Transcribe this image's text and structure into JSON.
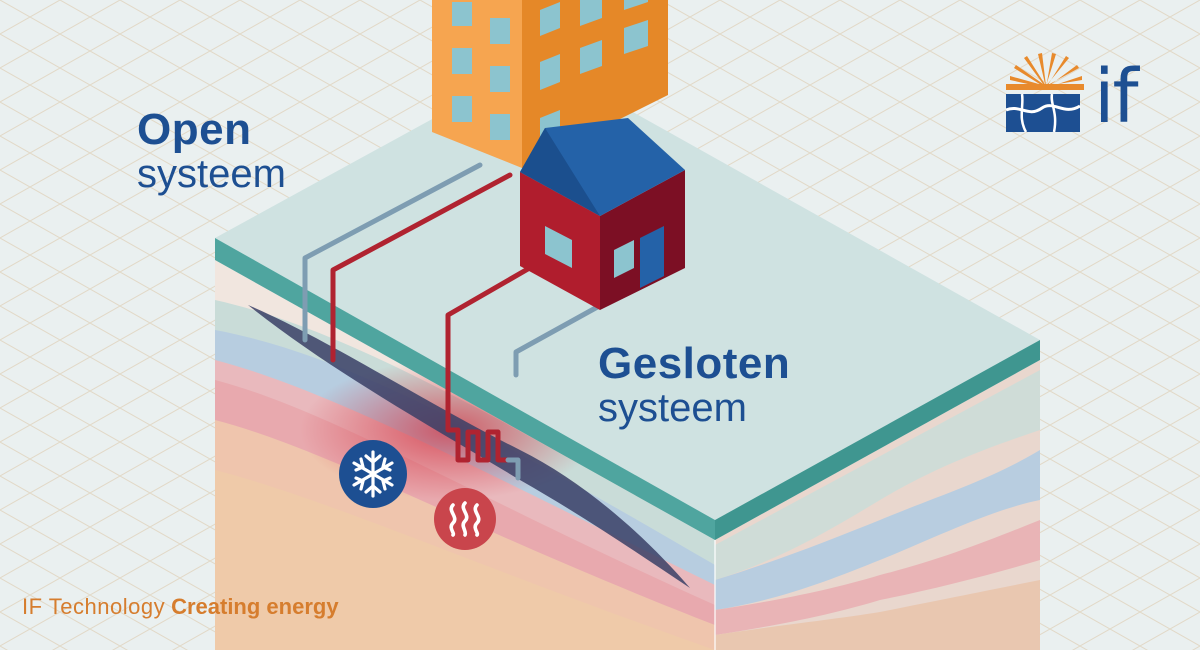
{
  "labels": {
    "open_title": "Open",
    "open_subtitle": "systeem",
    "closed_title": "Gesloten",
    "closed_subtitle": "systeem"
  },
  "footer": {
    "brand": "IF Technology",
    "tagline": "Creating energy"
  },
  "logo": {
    "text": "if",
    "icon": "sun-over-landscape-icon"
  },
  "icons": {
    "cold": "snowflake-icon",
    "heat": "heat-waves-icon"
  },
  "colors": {
    "brand_blue": "#1d4f92",
    "brand_orange": "#e88a2c",
    "cold_circle": "#1d4f92",
    "heat_circle": "#c9454c"
  }
}
